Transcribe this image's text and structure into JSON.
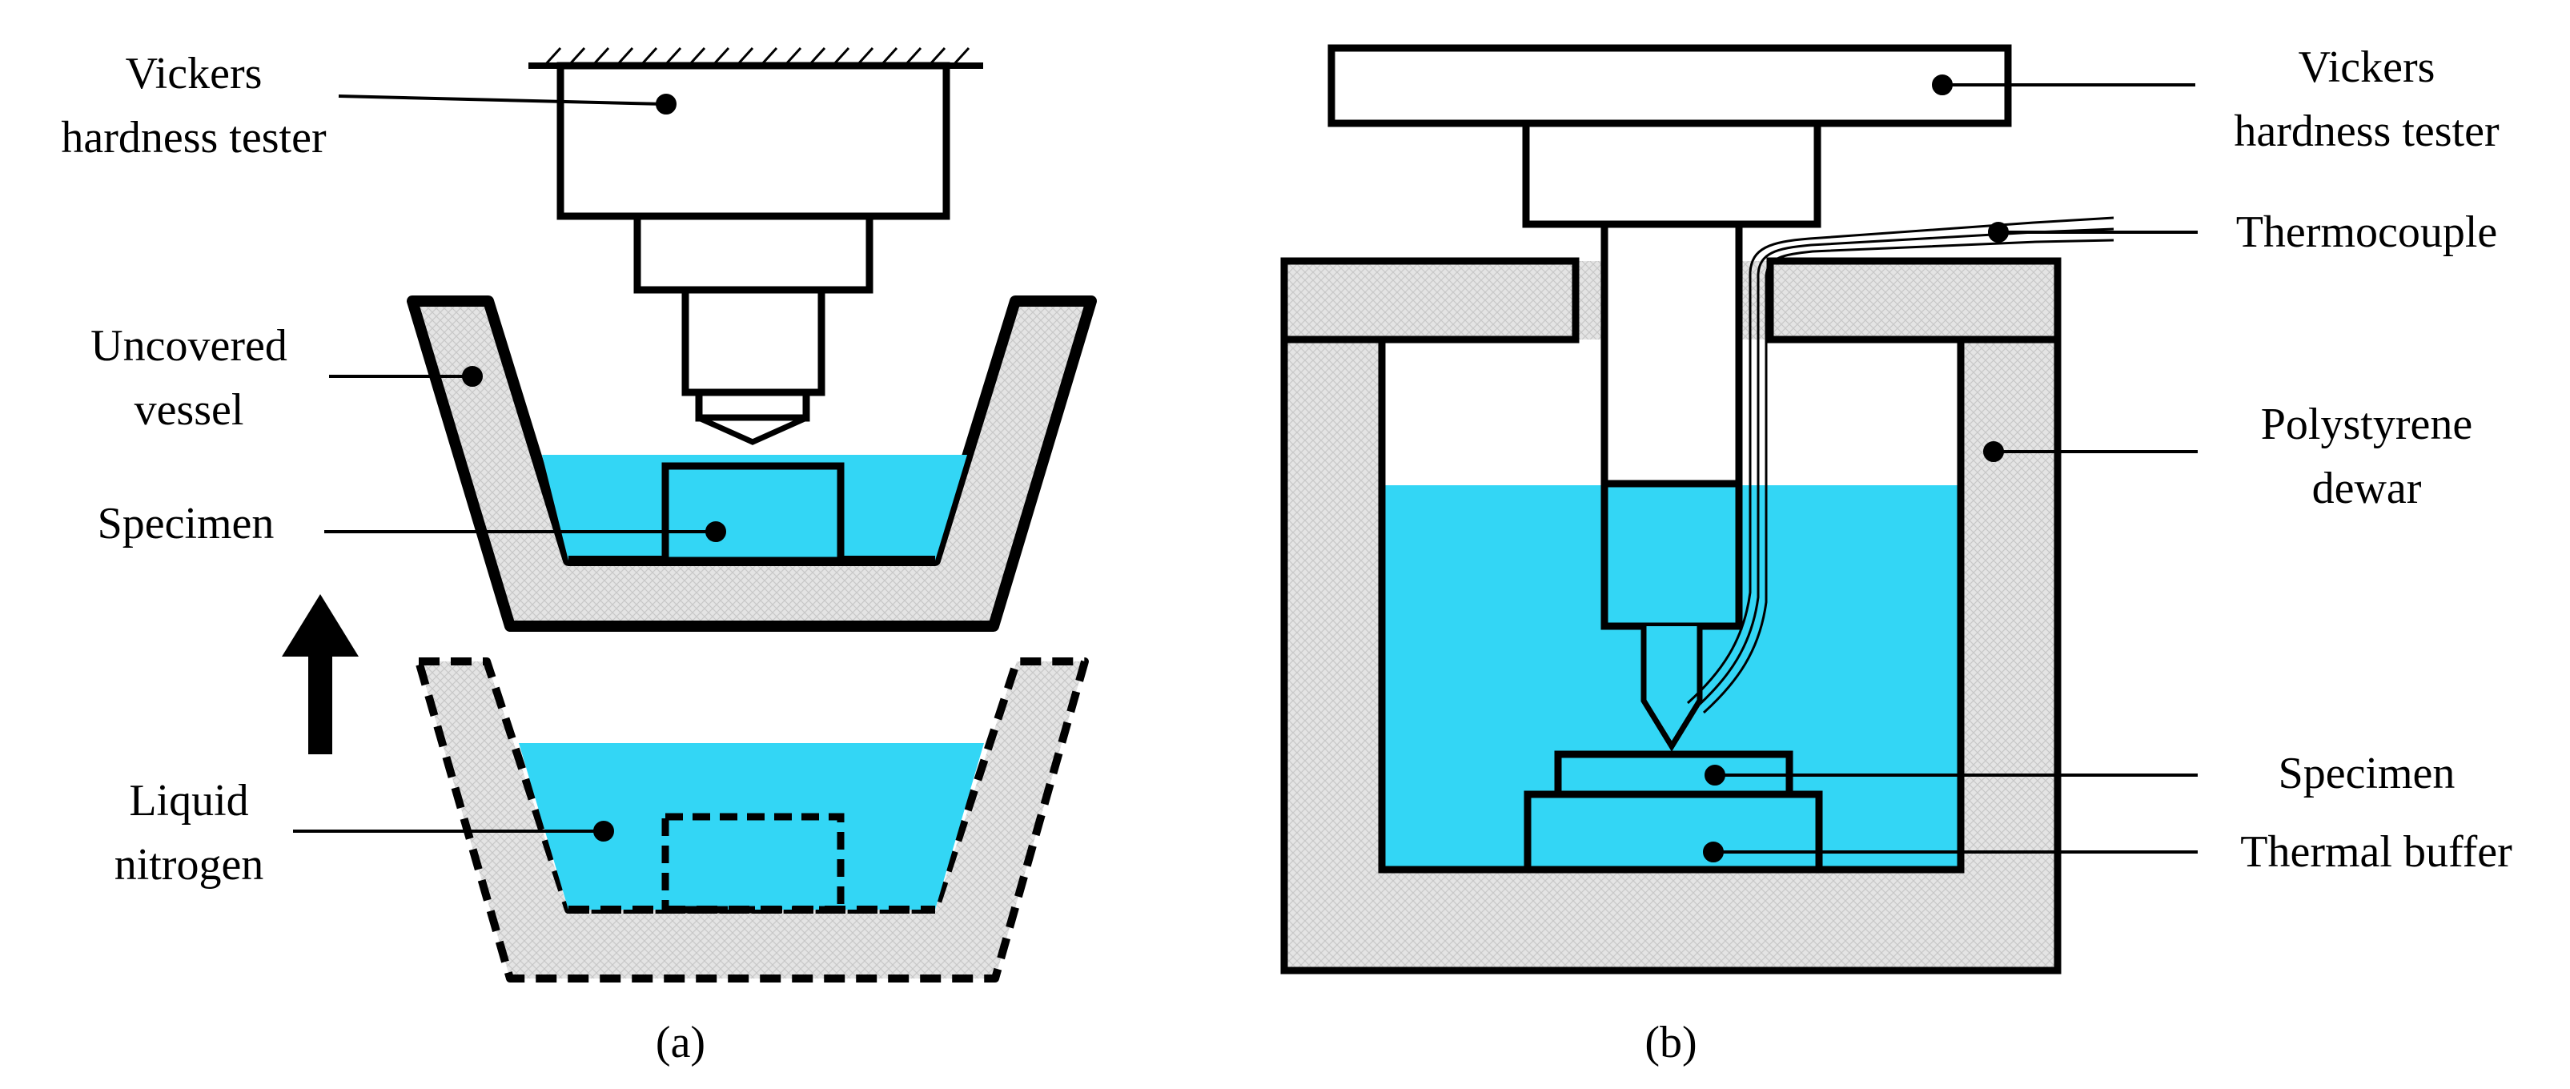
{
  "panel_a": {
    "caption": "(a)",
    "labels": {
      "tester_line1": "Vickers",
      "tester_line2": "hardness tester",
      "vessel_line1": "Uncovered",
      "vessel_line2": "vessel",
      "specimen": "Specimen",
      "ln2_line1": "Liquid",
      "ln2_line2": "nitrogen"
    }
  },
  "panel_b": {
    "caption": "(b)",
    "labels": {
      "tester_line1": "Vickers",
      "tester_line2": "hardness tester",
      "thermocouple": "Thermocouple",
      "dewar_line1": "Polystyrene",
      "dewar_line2": "dewar",
      "specimen": "Specimen",
      "buffer": "Thermal buffer"
    }
  },
  "colors": {
    "liquid": "#33d6f5",
    "insulation": "#e6e6e6",
    "outline": "#000000"
  }
}
